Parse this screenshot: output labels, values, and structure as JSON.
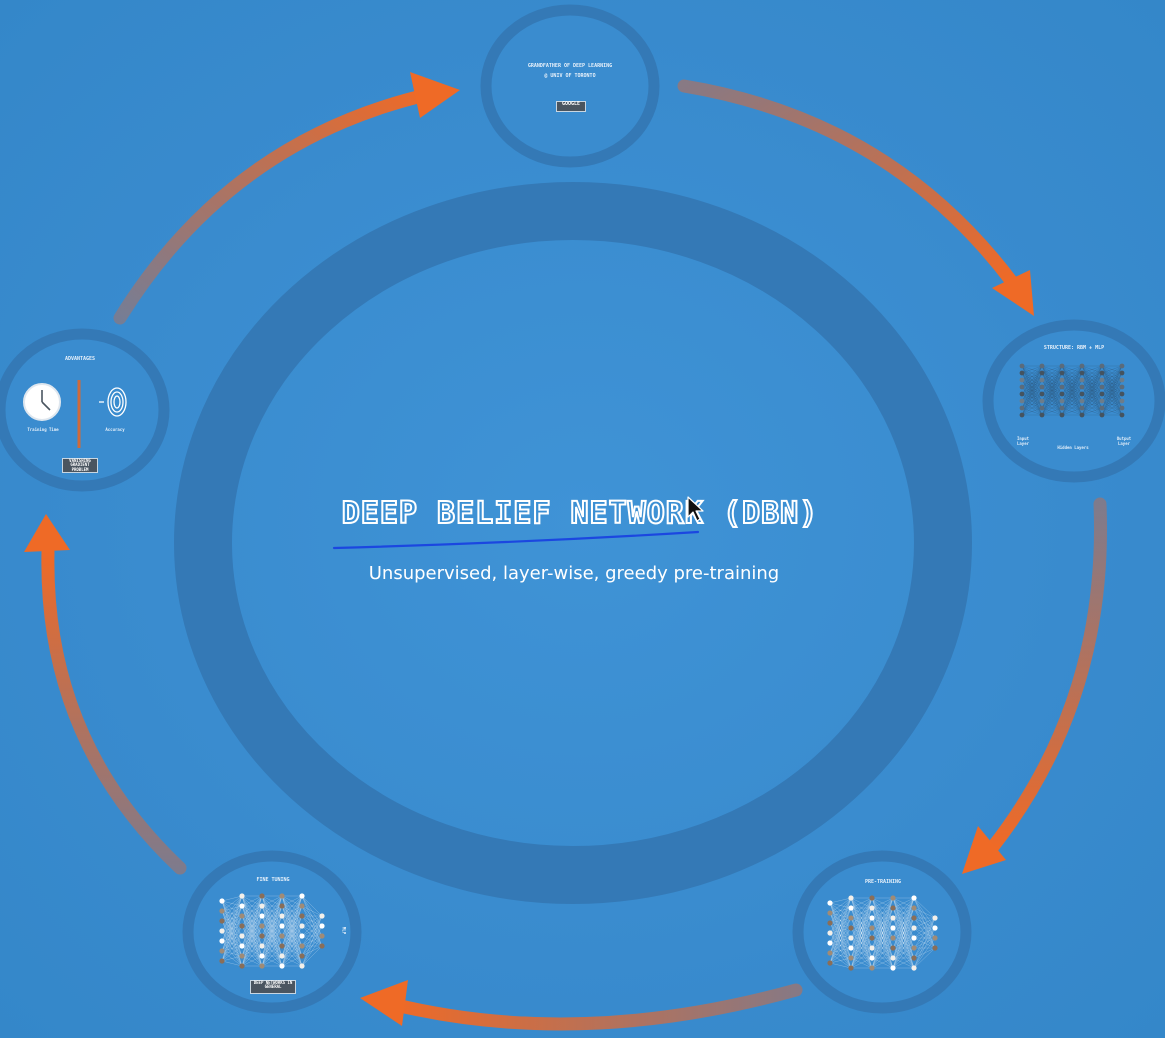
{
  "title": "DEEP BELIEF NETWORK (DBN)",
  "subtitle": "Unsupervised, layer-wise, greedy pre-training",
  "nodes": {
    "top": {
      "heading_line1": "GRANDFATHER OF DEEP LEARNING",
      "heading_line2": "@ UNIV OF TORONTO",
      "chip": "GOOGLE"
    },
    "right": {
      "heading": "STRUCTURE: RBM + MLP",
      "label_left": "Input Layer",
      "label_center": "Hidden Layers",
      "label_right": "Output Layer"
    },
    "bottom_right": {
      "heading": "PRE-TRAINING"
    },
    "bottom_left": {
      "heading": "FINE TUNING",
      "side_label": "MLP",
      "chip": "DEEP NETWORKS IN GENERAL"
    },
    "left": {
      "heading": "ADVANTAGES",
      "label_left": "Training Time",
      "label_right": "Accuracy",
      "chip": "VANISHING GRADIENT PROBLEM"
    }
  },
  "colors": {
    "background": "#3a8fd2",
    "ring": "#3479b6",
    "arrow": "#e8642a",
    "underline": "#1b47e0",
    "text": "#ffffff"
  },
  "icons": {
    "clock": "clock-icon",
    "fingerprint": "fingerprint-icon",
    "cursor": "mouse-pointer-icon"
  }
}
